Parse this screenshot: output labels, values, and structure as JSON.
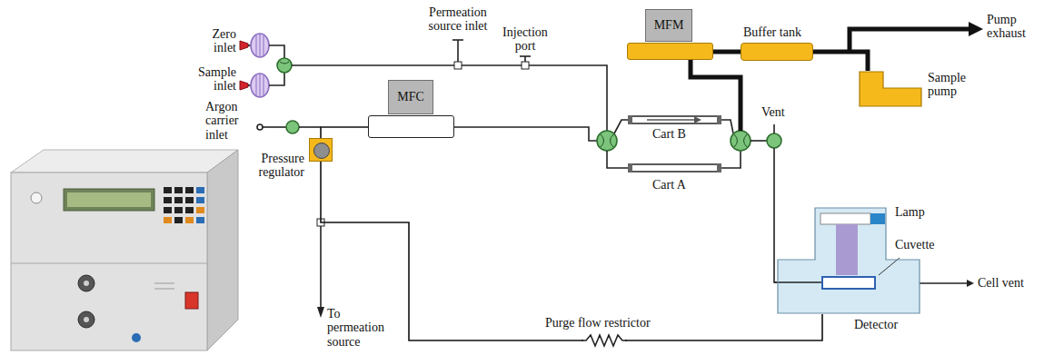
{
  "diagram": {
    "nodes": [
      {
        "text": [
          "Pressure regulator"
        ]
      },
      {
        "text": [
          "MFC"
        ]
      },
      {
        "text": [
          "MFM"
        ]
      },
      {
        "text": [
          "Buffer tank"
        ]
      },
      {
        "text": [
          "Sample pump"
        ]
      },
      {
        "text": [
          "Detector"
        ]
      }
    ],
    "edges": [
      {
        "from": 0,
        "to": 1,
        "arrow": "none"
      },
      {
        "from": 2,
        "to": 3,
        "arrow": "none"
      },
      {
        "from": 3,
        "to": 4,
        "arrow": "none"
      },
      {
        "from": 0,
        "to": 5,
        "label": "Purge flow restrictor",
        "arrow": "none"
      }
    ],
    "labels": [
      "Zero inlet",
      "Sample inlet",
      "Permeation source inlet",
      "Injection port",
      "Pump exhaust",
      "Argon carrier inlet",
      "Cart B",
      "Cart A",
      "Vent",
      "Lamp",
      "Cuvette",
      "Cell vent",
      "To permeation source"
    ]
  }
}
